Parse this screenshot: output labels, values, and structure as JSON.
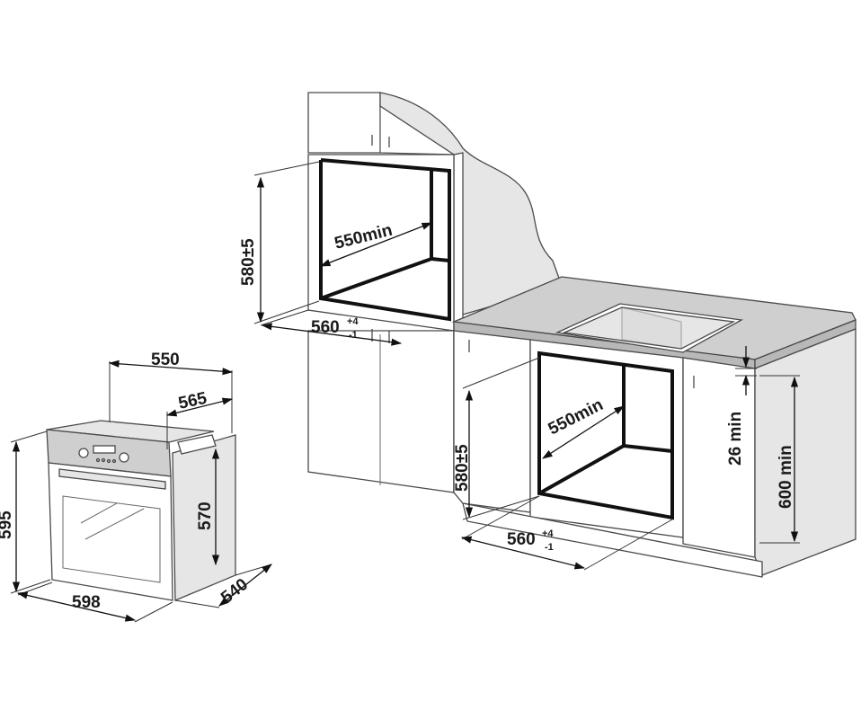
{
  "oven_dimensions": {
    "width": "598",
    "height": "595",
    "depth_top": "550",
    "depth_with_handle": "565",
    "body_height": "570",
    "body_depth": "540"
  },
  "tall_cabinet_install": {
    "niche_height": "580±5",
    "niche_depth": "550min",
    "niche_width_base": "560",
    "niche_width_tol_plus": "+4",
    "niche_width_tol_minus": "-1"
  },
  "under_counter_install": {
    "niche_height": "580±5",
    "niche_depth": "550min",
    "niche_width_base": "560",
    "niche_width_tol_plus": "+4",
    "niche_width_tol_minus": "-1",
    "top_gap": "26 min",
    "cabinet_height": "600 min"
  }
}
